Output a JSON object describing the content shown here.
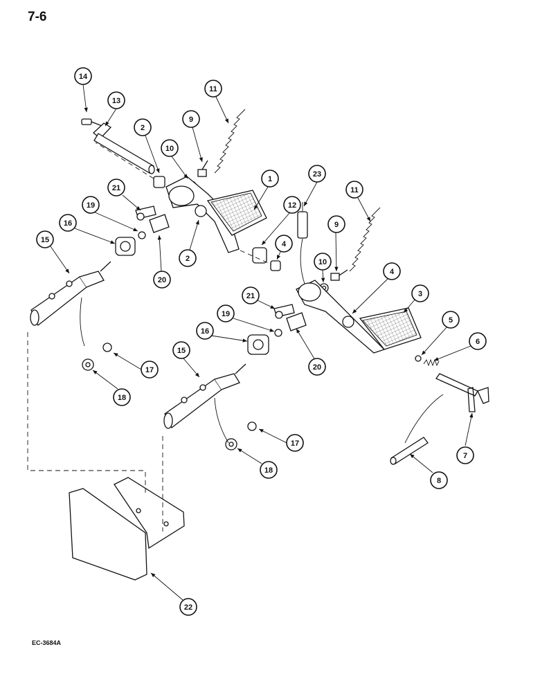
{
  "page": {
    "label": "7-6",
    "drawing_code": "EC-3684A"
  },
  "callouts": [
    {
      "id": "c14",
      "label": "14"
    },
    {
      "id": "c13",
      "label": "13"
    },
    {
      "id": "c2a",
      "label": "2"
    },
    {
      "id": "c9a",
      "label": "9"
    },
    {
      "id": "c11a",
      "label": "11"
    },
    {
      "id": "c10a",
      "label": "10"
    },
    {
      "id": "c21a",
      "label": "21"
    },
    {
      "id": "c1",
      "label": "1"
    },
    {
      "id": "c23",
      "label": "23"
    },
    {
      "id": "c11b",
      "label": "11"
    },
    {
      "id": "c12",
      "label": "12"
    },
    {
      "id": "c19a",
      "label": "19"
    },
    {
      "id": "c16a",
      "label": "16"
    },
    {
      "id": "c15a",
      "label": "15"
    },
    {
      "id": "c9b",
      "label": "9"
    },
    {
      "id": "c2b",
      "label": "2"
    },
    {
      "id": "c4a",
      "label": "4"
    },
    {
      "id": "c20a",
      "label": "20"
    },
    {
      "id": "c10b",
      "label": "10"
    },
    {
      "id": "c4b",
      "label": "4"
    },
    {
      "id": "c21b",
      "label": "21"
    },
    {
      "id": "c3",
      "label": "3"
    },
    {
      "id": "c19b",
      "label": "19"
    },
    {
      "id": "c5",
      "label": "5"
    },
    {
      "id": "c16b",
      "label": "16"
    },
    {
      "id": "c6",
      "label": "6"
    },
    {
      "id": "c15b",
      "label": "15"
    },
    {
      "id": "c17a",
      "label": "17"
    },
    {
      "id": "c20b",
      "label": "20"
    },
    {
      "id": "c18a",
      "label": "18"
    },
    {
      "id": "c17b",
      "label": "17"
    },
    {
      "id": "c7",
      "label": "7"
    },
    {
      "id": "c18b",
      "label": "18"
    },
    {
      "id": "c8",
      "label": "8"
    },
    {
      "id": "c22",
      "label": "22"
    }
  ]
}
